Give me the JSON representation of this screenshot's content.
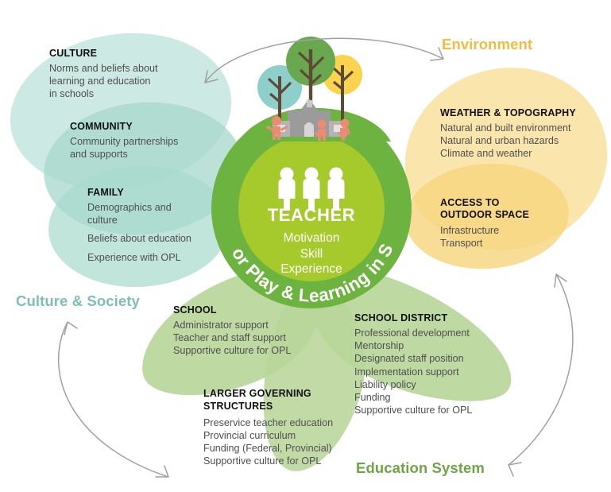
{
  "diagram": {
    "title": "Outdoor Play & Learning in School",
    "center": {
      "ring_label": "Outdoor Play & Learning in School",
      "role": "TEACHER",
      "attributes": [
        "Motivation",
        "Skill",
        "Experience"
      ],
      "icon": "three-people-icon"
    },
    "illustration": {
      "trees": [
        "teal-tree",
        "green-tree",
        "yellow-tree"
      ],
      "building": "school-building-icon",
      "children": [
        "child-figure",
        "child-figure",
        "child-figure"
      ]
    },
    "sections": [
      {
        "id": "culture-society",
        "label": "Culture & Society",
        "color": "#7cc0b4",
        "groups": [
          {
            "id": "culture",
            "heading": "CULTURE",
            "items": [
              "Norms and beliefs about",
              "learning and education",
              "in schools"
            ]
          },
          {
            "id": "community",
            "heading": "COMMUNITY",
            "items": [
              "Community partnerships",
              "and supports"
            ]
          },
          {
            "id": "family",
            "heading": "FAMILY",
            "items": [
              "Demographics and",
              "culture",
              "Beliefs about education",
              "Experience with OPL"
            ]
          }
        ]
      },
      {
        "id": "environment",
        "label": "Environment",
        "color": "#f3c64b",
        "groups": [
          {
            "id": "weather-topography",
            "heading": "WEATHER & TOPOGRAPHY",
            "items": [
              "Natural and built environment",
              "Natural and urban hazards",
              "Climate and weather"
            ]
          },
          {
            "id": "access-outdoor-space",
            "heading": "ACCESS TO OUTDOOR SPACE",
            "items": [
              "Infrastructure",
              "Transport"
            ]
          }
        ]
      },
      {
        "id": "education-system",
        "label": "Education System",
        "color": "#6ea644",
        "groups": [
          {
            "id": "school",
            "heading": "SCHOOL",
            "items": [
              "Administrator support",
              "Teacher and staff support",
              "Supportive culture for OPL"
            ]
          },
          {
            "id": "school-district",
            "heading": "SCHOOL DISTRICT",
            "items": [
              "Professional development",
              "Mentorship",
              "Designated staff position",
              "Implementation support",
              "Liability policy",
              "Funding",
              "Supportive culture for OPL"
            ]
          },
          {
            "id": "larger-governing-structures",
            "heading": "LARGER GOVERNING STRUCTURES",
            "heading_lines": [
              "LARGER GOVERNING",
              "STRUCTURES"
            ],
            "items": [
              "Preservice teacher education",
              "Provincial curriculum",
              "Funding (Federal, Provincial)",
              "Supportive culture for OPL"
            ]
          }
        ]
      }
    ],
    "arrows": [
      {
        "id": "arrow-culture-to-environment",
        "style": "double-headed-arc"
      },
      {
        "id": "arrow-environment-to-education",
        "style": "double-headed-arc"
      },
      {
        "id": "arrow-education-to-culture",
        "style": "double-headed-arc"
      }
    ],
    "colors": {
      "teal_light": "#cde9e3",
      "teal_mid": "#b3ded3",
      "teal_deep": "#a2d5ca",
      "yellow_light": "#fae6ad",
      "yellow_mid": "#f7d986",
      "green_petal": "#b9d69a",
      "green_petal_deep": "#a3c882",
      "ring_outer": "#6cb33f",
      "ring_inner": "#a3c71f",
      "arrow_gray": "#9a9a9a"
    }
  }
}
